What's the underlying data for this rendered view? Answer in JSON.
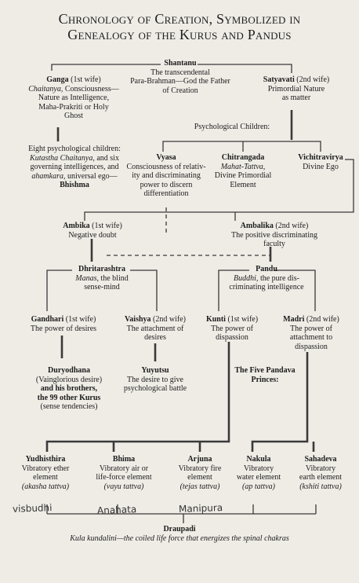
{
  "title": {
    "line1": "Chronology of Creation, Symbolized in",
    "line2": "Genealogy of the Kurus and Pandus"
  },
  "shantanu": {
    "name": "Shantanu",
    "l1": "The transcendental",
    "l2": "Para-Brahman—God the Father",
    "l3": "of Creation"
  },
  "ganga": {
    "name": "Ganga",
    "rel": " (1st wife)",
    "l1": "Chaitanya",
    "l1b": ", Consciousness—",
    "l2": "Nature as Intelligence,",
    "l3": "Maha-Prakriti or Holy",
    "l4": "Ghost"
  },
  "satyavati": {
    "name": "Satyavati",
    "rel": " (2nd wife)",
    "l1": "Primordial Nature",
    "l2": "as matter"
  },
  "psych_children": "Psychological Children:",
  "eight": {
    "l1": "Eight psychological children:",
    "l2a": "Kutastha Chaitanya",
    "l2b": ", and six",
    "l3": "governing intelligences, and",
    "l4a": "ahamkara",
    "l4b": ", universal ego—",
    "name": "Bhishma"
  },
  "vyasa": {
    "name": "Vyasa",
    "l1": "Consciousness of relativ-",
    "l2": "ity and discriminating",
    "l3": "power to discern",
    "l4": "differentiation"
  },
  "chitrangada": {
    "name": "Chitrangada",
    "l1": "Mahat-Tattva",
    "l1b": ",",
    "l2": "Divine Primordial",
    "l3": "Element"
  },
  "vichitravirya": {
    "name": "Vichitravirya",
    "l1": "Divine Ego"
  },
  "ambika": {
    "name": "Ambika",
    "rel": " (1st wife)",
    "l1": "Negative doubt"
  },
  "ambalika": {
    "name": "Ambalika",
    "rel": " (2nd wife)",
    "l1": "The positive discriminating",
    "l2": "faculty"
  },
  "dhritarashtra": {
    "name": "Dhritarashtra",
    "l1": "Manas",
    "l1b": ", the blind",
    "l2": "sense-mind"
  },
  "pandu": {
    "name": "Pandu",
    "l1": "Buddhi",
    "l1b": ", the pure dis-",
    "l2": "criminating intelligence"
  },
  "gandhari": {
    "name": "Gandhari",
    "rel": " (1st wife)",
    "l1": "The power of desires"
  },
  "vaishya": {
    "name": "Vaishya",
    "rel": " (2nd wife)",
    "l1": "The attachment of",
    "l2": "desires"
  },
  "kunti": {
    "name": "Kunti",
    "rel": " (1st wife)",
    "l1": "The power of",
    "l2": "dispassion"
  },
  "madri": {
    "name": "Madri",
    "rel": " (2nd wife)",
    "l1": "The power of",
    "l2": "attachment to",
    "l3": "dispassion"
  },
  "duryodhana": {
    "name": "Duryodhana",
    "l1": "(Vainglorious desire)",
    "l2": "and his brothers,",
    "l3": "the 99 other Kurus",
    "l4": "(sense tendencies)"
  },
  "yuyutsu": {
    "name": "Yuyutsu",
    "l1": "The desire to give",
    "l2": "psychological battle"
  },
  "pandava_header": {
    "l1": "The Five Pandava",
    "l2": "Princes:"
  },
  "yudhisthira": {
    "name": "Yudhisthira",
    "l1": "Vibratory ether",
    "l2": "element",
    "l3": "(akasha tattva)"
  },
  "bhima": {
    "name": "Bhima",
    "l1": "Vibratory air or",
    "l2": "life-force element",
    "l3": "(vayu tattva)"
  },
  "arjuna": {
    "name": "Arjuna",
    "l1": "Vibratory fire",
    "l2": "element",
    "l3": "(tejas tattva)"
  },
  "nakula": {
    "name": "Nakula",
    "l1": "Vibratory",
    "l2": "water element",
    "l3": "(ap tattva)"
  },
  "sahadeva": {
    "name": "Sahadeva",
    "l1": "Vibratory",
    "l2": "earth element",
    "l3": "(kshiti tattva)"
  },
  "handwriting": {
    "a": "visbudhi",
    "b": "Anahata",
    "c": "Manipura"
  },
  "draupadi": {
    "name": "Draupadi",
    "l1": "Kula kundalini",
    "l1b": "—the coiled life force that energizes the spinal ",
    "l1c": "chakras"
  },
  "colors": {
    "paper": "#efece6",
    "ink": "#1c1c1c",
    "line": "#3a3a3a"
  }
}
